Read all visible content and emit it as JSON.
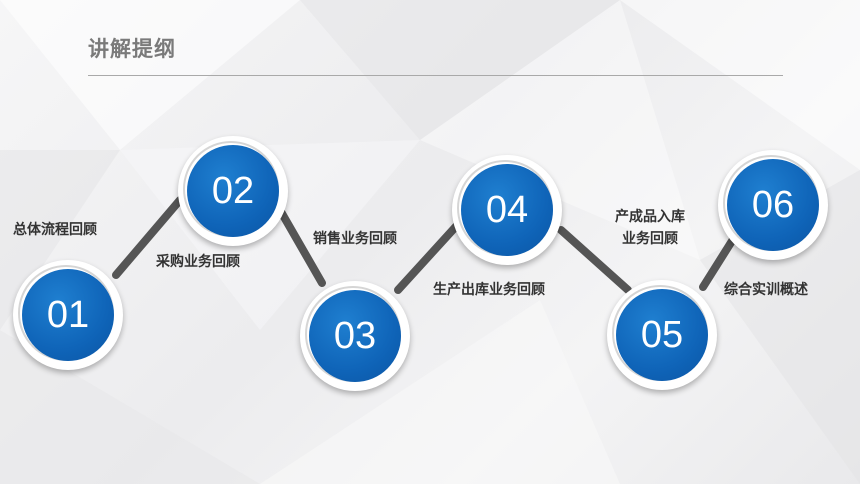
{
  "slide": {
    "title": "讲解提纲"
  },
  "steps": [
    {
      "number": "01",
      "label": "总体流程回顾"
    },
    {
      "number": "02",
      "label": "采购业务回顾"
    },
    {
      "number": "03",
      "label": "销售业务回顾"
    },
    {
      "number": "04",
      "label": "生产出库业务回顾"
    },
    {
      "number": "05",
      "label_lines": [
        "产成品入库",
        "业务回顾"
      ]
    },
    {
      "number": "06",
      "label": "综合实训概述"
    }
  ],
  "colors": {
    "node_blue": "#0f64b8",
    "connector": "#555555",
    "title_gray": "#7a7a7a"
  }
}
